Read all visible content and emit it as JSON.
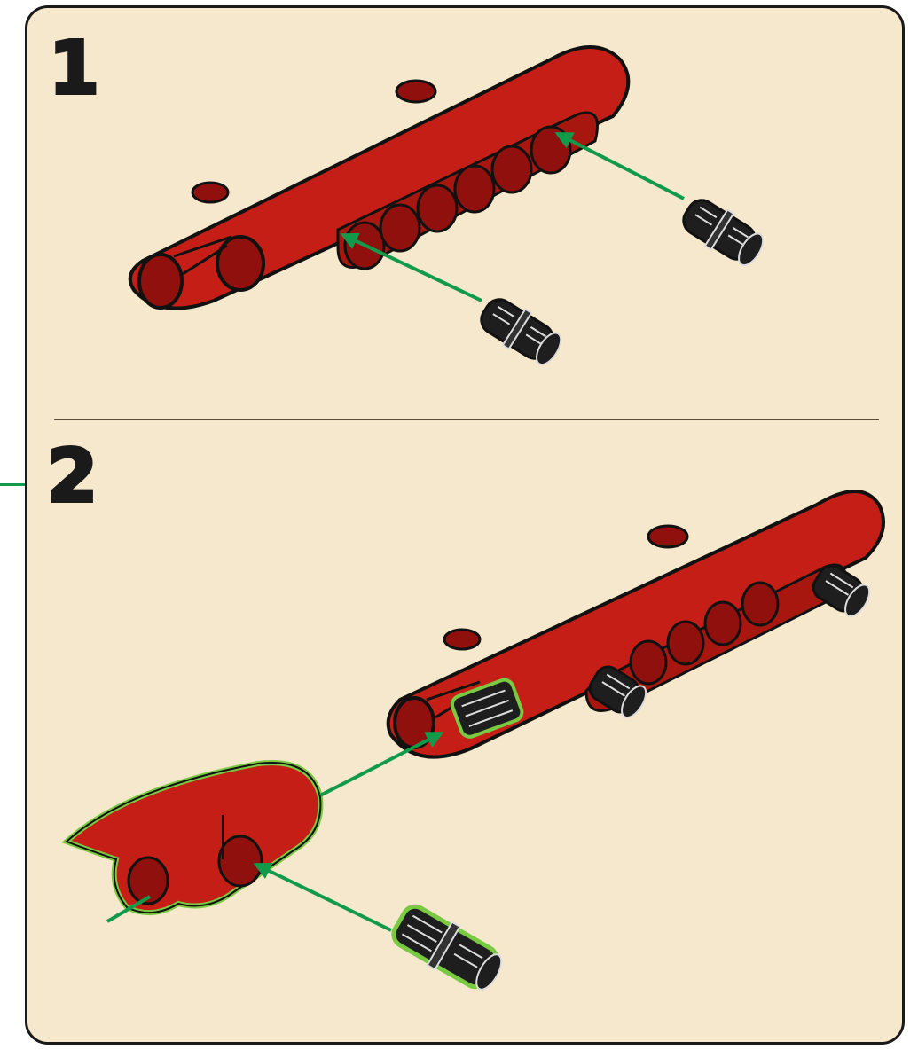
{
  "steps": [
    {
      "number": "1"
    },
    {
      "number": "2"
    }
  ],
  "colors": {
    "background": "#f6e8cc",
    "beam_red": "#c41e16",
    "beam_dark": "#8f100c",
    "pin_black": "#1e1e1e",
    "arrow_green": "#129a4b",
    "highlight_green": "#7ac943"
  },
  "parts": {
    "step_1": [
      "red-panel-beam",
      "black-friction-pin",
      "black-friction-pin"
    ],
    "step_2": [
      "red-panel-beam-assembly",
      "red-panel-end-piece",
      "black-axle-pin",
      "black-axle-pin"
    ]
  }
}
